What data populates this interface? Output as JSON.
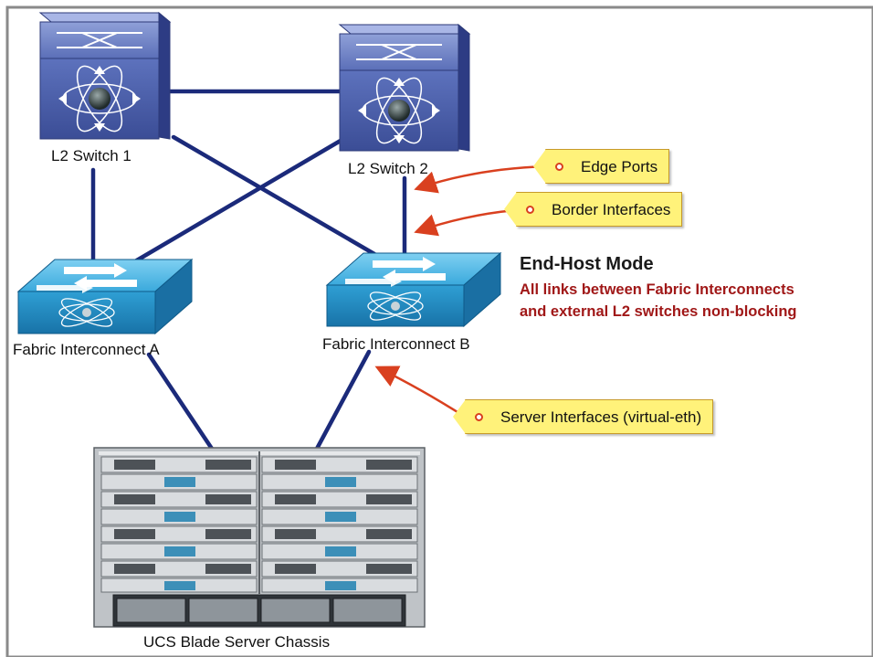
{
  "nodes": {
    "l2_switch_1": "L2 Switch 1",
    "l2_switch_2": "L2 Switch 2",
    "fabric_a": "Fabric Interconnect A",
    "fabric_b": "Fabric Interconnect B",
    "chassis": "UCS Blade Server Chassis"
  },
  "callouts": {
    "edge_ports": "Edge Ports",
    "border_interfaces": "Border Interfaces",
    "server_interfaces": "Server Interfaces (virtual-eth)"
  },
  "mode": {
    "title": "End-Host Mode",
    "line1": "All links between Fabric Interconnects",
    "line2": "and external L2 switches non-blocking"
  },
  "colors": {
    "link": "#1b2a7a",
    "arrow": "#d9401f",
    "callout_fill": "#fff27a",
    "mode_text": "#a01818",
    "switch_blue": "#4a5fa8",
    "fabric_blue": "#2e9fd6"
  }
}
